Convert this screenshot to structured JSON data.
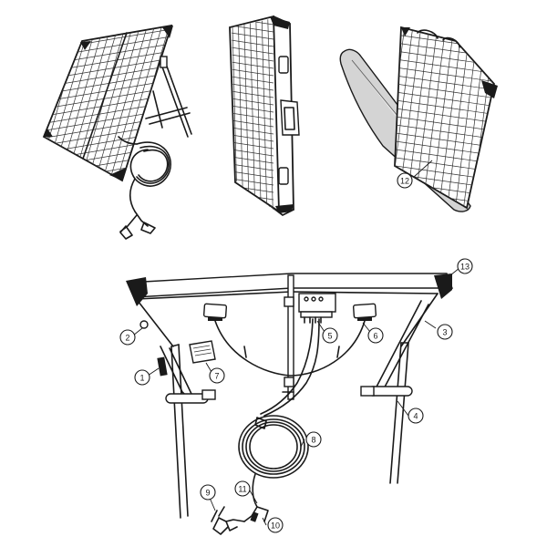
{
  "callouts": [
    {
      "id": "1",
      "label": "1"
    },
    {
      "id": "2",
      "label": "2"
    },
    {
      "id": "3",
      "label": "3"
    },
    {
      "id": "4",
      "label": "4"
    },
    {
      "id": "5",
      "label": "5"
    },
    {
      "id": "6",
      "label": "6"
    },
    {
      "id": "7",
      "label": "7"
    },
    {
      "id": "8",
      "label": "8"
    },
    {
      "id": "9",
      "label": "9"
    },
    {
      "id": "10",
      "label": "10"
    },
    {
      "id": "11",
      "label": "11"
    },
    {
      "id": "12",
      "label": "12"
    },
    {
      "id": "13",
      "label": "13"
    }
  ],
  "colors": {
    "line": "#1a1a1a",
    "corner": "#1a1a1a",
    "case": "#d4d4d4",
    "background": "#ffffff"
  }
}
